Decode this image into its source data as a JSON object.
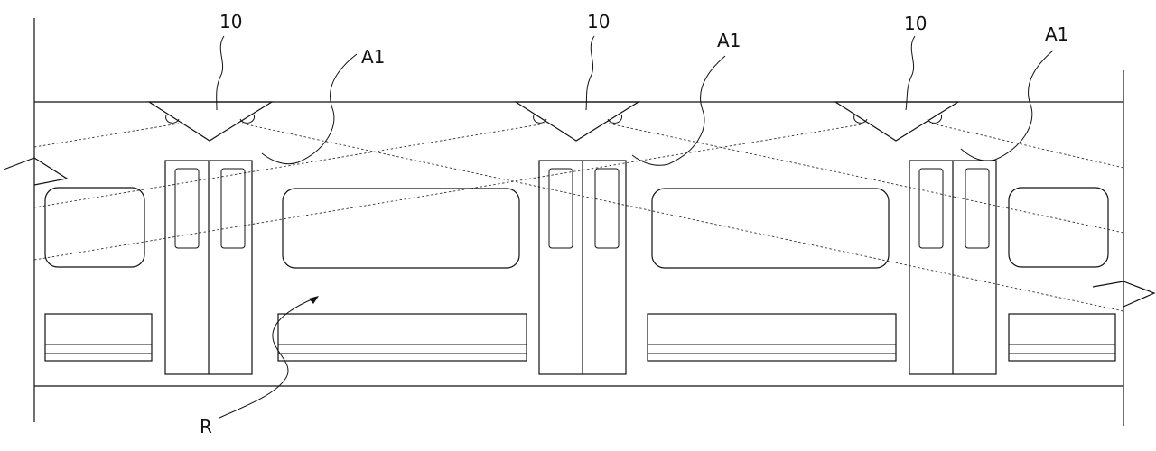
{
  "labels": {
    "sensor_ref": "10",
    "area_ref": "A1",
    "room_ref": "R"
  },
  "colors": {
    "line": "#111111",
    "background": "#ffffff"
  }
}
